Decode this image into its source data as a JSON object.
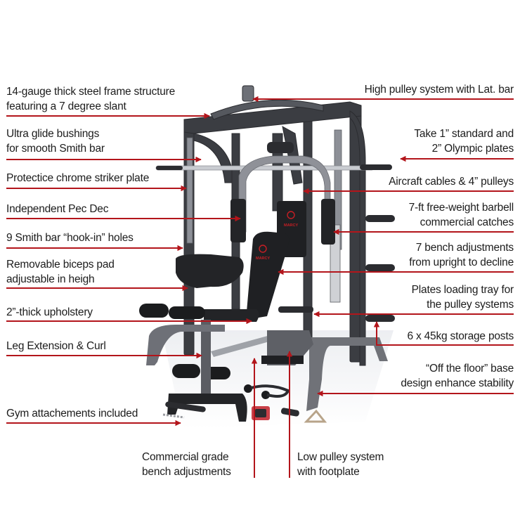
{
  "diagram": {
    "subject": "Marcy Smith machine home gym",
    "brand_marks": [
      "MARCY",
      "MARCY",
      "MARCY"
    ],
    "line_color": "#b3151b",
    "text_color": "#1c1c1c"
  },
  "callouts_left": [
    {
      "lines": [
        "14-gauge thick steel frame structure",
        "featuring a 7 degree slant"
      ]
    },
    {
      "lines": [
        "Ultra glide bushings",
        "for smooth Smith bar"
      ]
    },
    {
      "lines": [
        "Protectice chrome striker plate"
      ]
    },
    {
      "lines": [
        "Independent Pec Dec"
      ]
    },
    {
      "lines": [
        "9 Smith bar “hook-in” holes"
      ]
    },
    {
      "lines": [
        "Removable biceps pad",
        "adjustable in heigh"
      ]
    },
    {
      "lines": [
        "2”-thick upholstery"
      ]
    },
    {
      "lines": [
        "Leg Extension & Curl"
      ]
    },
    {
      "lines": [
        "Gym attachements included"
      ]
    }
  ],
  "callouts_right": [
    {
      "lines": [
        "High pulley system with Lat. bar"
      ]
    },
    {
      "lines": [
        "Take 1” standard and",
        "2” Olympic plates"
      ]
    },
    {
      "lines": [
        "Aircraft cables & 4” pulleys"
      ]
    },
    {
      "lines": [
        "7-ft free-weight barbell",
        "commercial catches"
      ]
    },
    {
      "lines": [
        "7 bench adjustments",
        "from upright to decline"
      ]
    },
    {
      "lines": [
        "Plates loading tray for",
        "the pulley systems"
      ]
    },
    {
      "lines": [
        "6 x 45kg storage posts"
      ]
    },
    {
      "lines": [
        "“Off the floor” base",
        "design enhance stability"
      ]
    }
  ],
  "callouts_bottom": [
    {
      "lines": [
        "Commercial grade",
        "bench adjustments"
      ]
    },
    {
      "lines": [
        "Low pulley system",
        "with footplate"
      ]
    }
  ]
}
